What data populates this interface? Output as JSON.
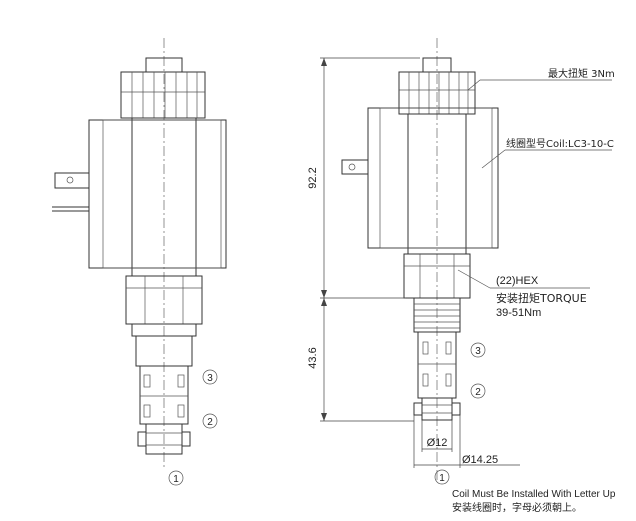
{
  "labels": {
    "max_torque": "最大扭矩 3Nm",
    "coil_model": "线圈型号Coil:LC3-10-C",
    "hex_size": "(22)HEX",
    "install_torque": "安装扭矩TORQUE",
    "torque_range": "39-51Nm",
    "dim_height_upper": "92.2",
    "dim_height_lower": "43.6",
    "dim_dia_12": "Ø12",
    "dim_dia_1425": "Ø14.25",
    "coil_note_en": "Coil Must Be Installed With Letter Up",
    "coil_note_cn": "安装线圈时，字母必须朝上。"
  },
  "ports": {
    "p1": "1",
    "p2": "2",
    "p3": "3"
  }
}
